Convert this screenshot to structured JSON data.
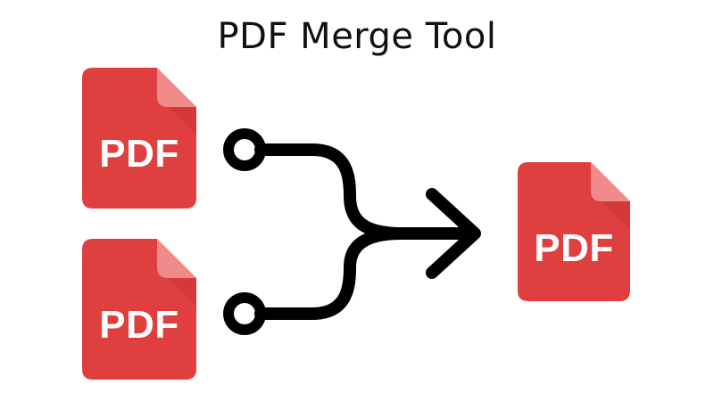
{
  "title": "PDF Merge Tool",
  "colors": {
    "pdf_red": "#e03f3f",
    "pdf_fold": "#f08a8a",
    "pdf_shadow": "#b82e2e",
    "connector": "#000000"
  },
  "files": {
    "input_top": {
      "label": "PDF"
    },
    "input_bottom": {
      "label": "PDF"
    },
    "output": {
      "label": "PDF"
    }
  },
  "icons": {
    "file": "pdf-file-icon",
    "merge": "merge-arrow-icon"
  }
}
